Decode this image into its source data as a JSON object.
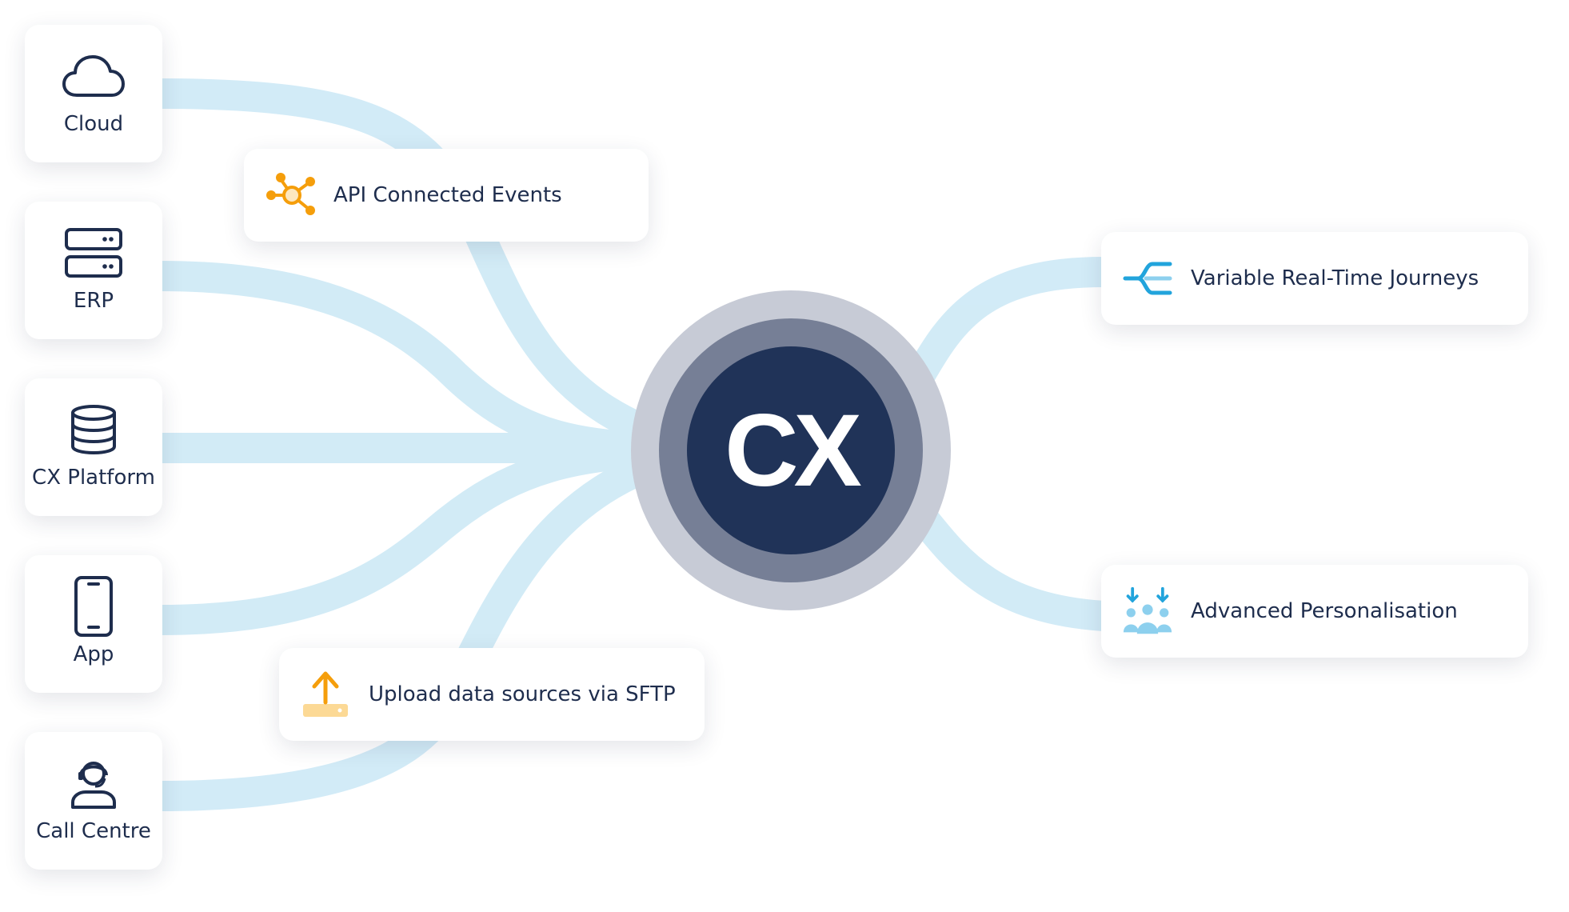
{
  "sources": [
    {
      "label": "Cloud",
      "icon": "cloud-icon"
    },
    {
      "label": "ERP",
      "icon": "server-icon"
    },
    {
      "label": "CX Platform",
      "icon": "database-icon"
    },
    {
      "label": "App",
      "icon": "mobile-phone-icon"
    },
    {
      "label": "Call Centre",
      "icon": "headset-agent-icon"
    }
  ],
  "features": {
    "api": {
      "label": "API Connected Events",
      "icon": "network-nodes-icon"
    },
    "upload": {
      "label": "Upload data sources via SFTP",
      "icon": "upload-arrow-icon"
    },
    "journeys": {
      "label": "Variable Real-Time Journeys",
      "icon": "branching-paths-icon"
    },
    "personalisation": {
      "label": "Advanced Personalisation",
      "icon": "people-group-icon"
    }
  },
  "hub": {
    "logo_text": "CX"
  },
  "colors": {
    "flow": "#bfe3f3",
    "hub_core": "#203358",
    "hub_ring_inner": "#767f96",
    "hub_ring_outer": "#c7cbd6",
    "text": "#1e2d4d",
    "accent_orange": "#f59e0b",
    "accent_blue": "#22a4dc"
  }
}
